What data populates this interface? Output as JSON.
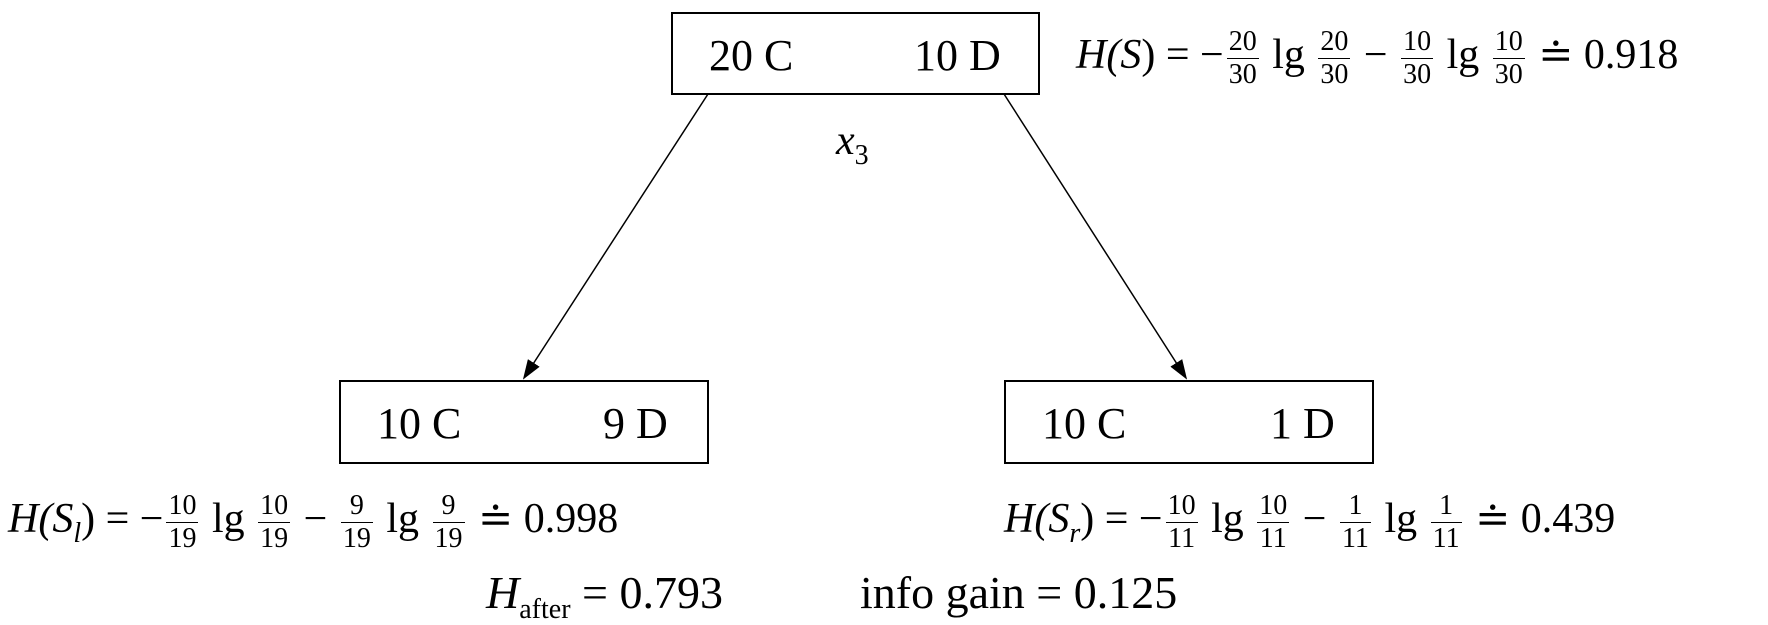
{
  "root": {
    "left": "20 C",
    "right": "10 D",
    "entropy": {
      "lhs_base": "H(",
      "lhs_var": "S",
      "lhs_close": ")",
      "eq": "= −",
      "f1": {
        "n": "20",
        "d": "30"
      },
      "log1": "lg",
      "f2": {
        "n": "20",
        "d": "30"
      },
      "minus": "−",
      "f3": {
        "n": "10",
        "d": "30"
      },
      "log2": "lg",
      "f4": {
        "n": "10",
        "d": "30"
      },
      "approx": "≐ 0.918"
    }
  },
  "split_attribute": {
    "base": "x",
    "sub": "3"
  },
  "left_child": {
    "left": "10 C",
    "right": "9 D",
    "entropy": {
      "lhs_base": "H(",
      "lhs_var": "S",
      "lhs_sub": "l",
      "lhs_close": ")",
      "eq": "= −",
      "f1": {
        "n": "10",
        "d": "19"
      },
      "log1": "lg",
      "f2": {
        "n": "10",
        "d": "19"
      },
      "minus": "−",
      "f3": {
        "n": "9",
        "d": "19"
      },
      "log2": "lg",
      "f4": {
        "n": "9",
        "d": "19"
      },
      "approx": "≐ 0.998"
    }
  },
  "right_child": {
    "left": "10 C",
    "right": "1 D",
    "entropy": {
      "lhs_base": "H(",
      "lhs_var": "S",
      "lhs_sub": "r",
      "lhs_close": ")",
      "eq": "= −",
      "f1": {
        "n": "10",
        "d": "11"
      },
      "log1": "lg",
      "f2": {
        "n": "10",
        "d": "11"
      },
      "minus": "−",
      "f3": {
        "n": "1",
        "d": "11"
      },
      "log2": "lg",
      "f4": {
        "n": "1",
        "d": "11"
      },
      "approx": "≐ 0.439"
    }
  },
  "summary": {
    "h_base": "H",
    "h_sub": "after",
    "h_value": "= 0.793",
    "gain_label": "info gain",
    "gain_value": "= 0.125"
  }
}
